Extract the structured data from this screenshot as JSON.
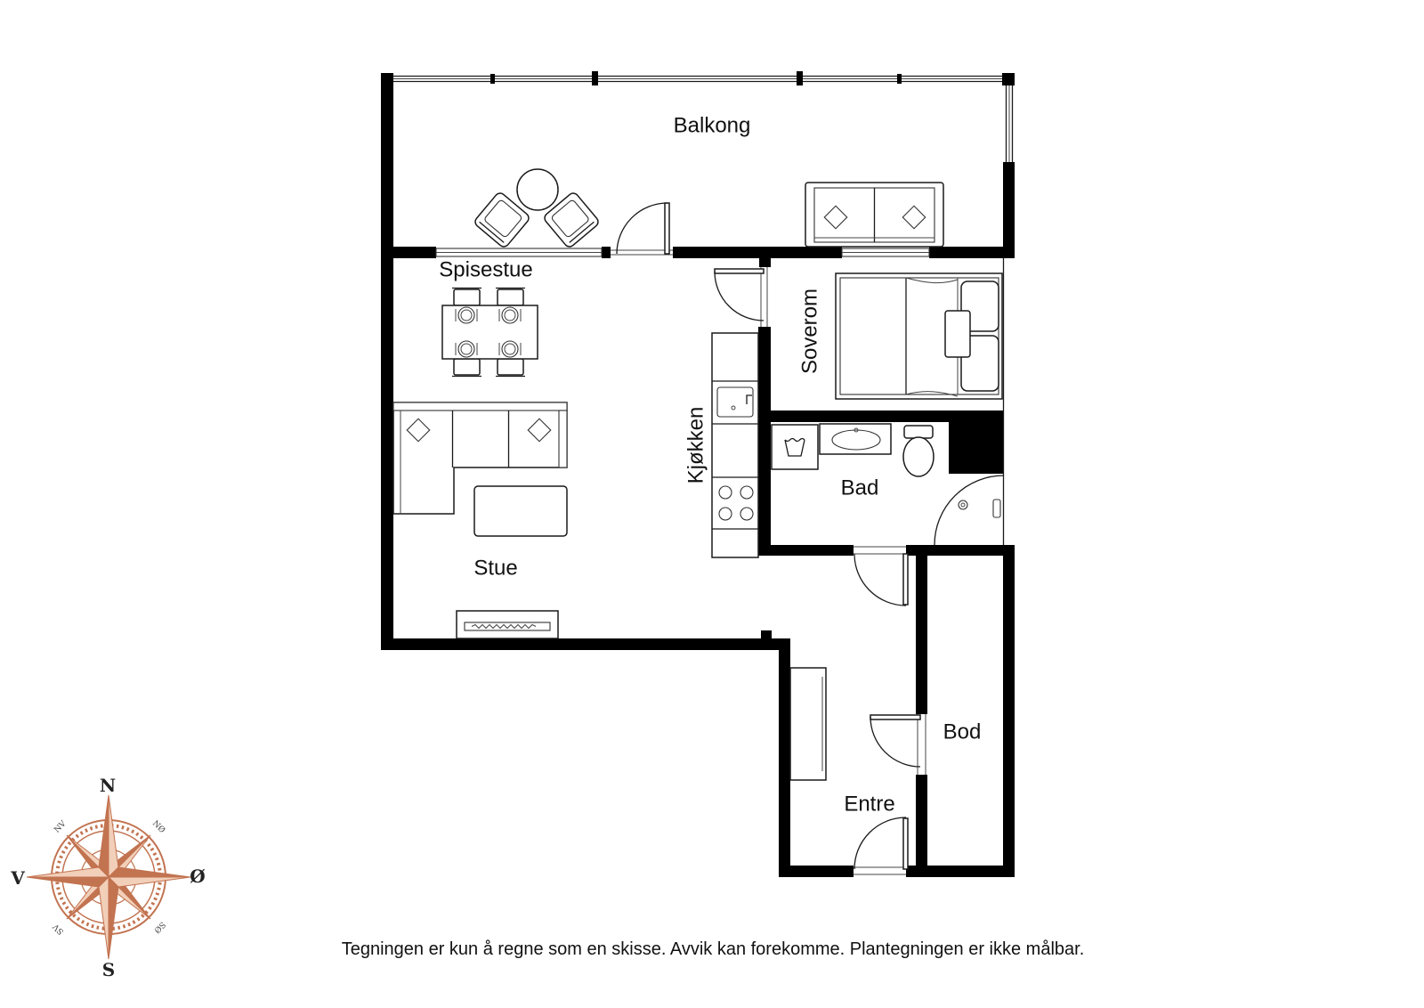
{
  "plan": {
    "rooms": {
      "balkong": "Balkong",
      "spisestue": "Spisestue",
      "soverom": "Soverom",
      "kjokken": "Kjøkken",
      "bad": "Bad",
      "stue": "Stue",
      "bod": "Bod",
      "entre": "Entre"
    },
    "colors": {
      "wall": "#000000",
      "background": "#ffffff"
    }
  },
  "compass": {
    "north": "N",
    "south": "S",
    "west": "V",
    "east": "Ø",
    "northwest": "NV",
    "northeast": "NØ",
    "southwest": "SV",
    "southeast": "SØ",
    "color": "#c27350",
    "light_color": "#f2cfb9"
  },
  "footer": {
    "disclaimer": "Tegningen er kun å regne som en skisse. Avvik kan forekomme. Plantegningen er ikke målbar."
  }
}
